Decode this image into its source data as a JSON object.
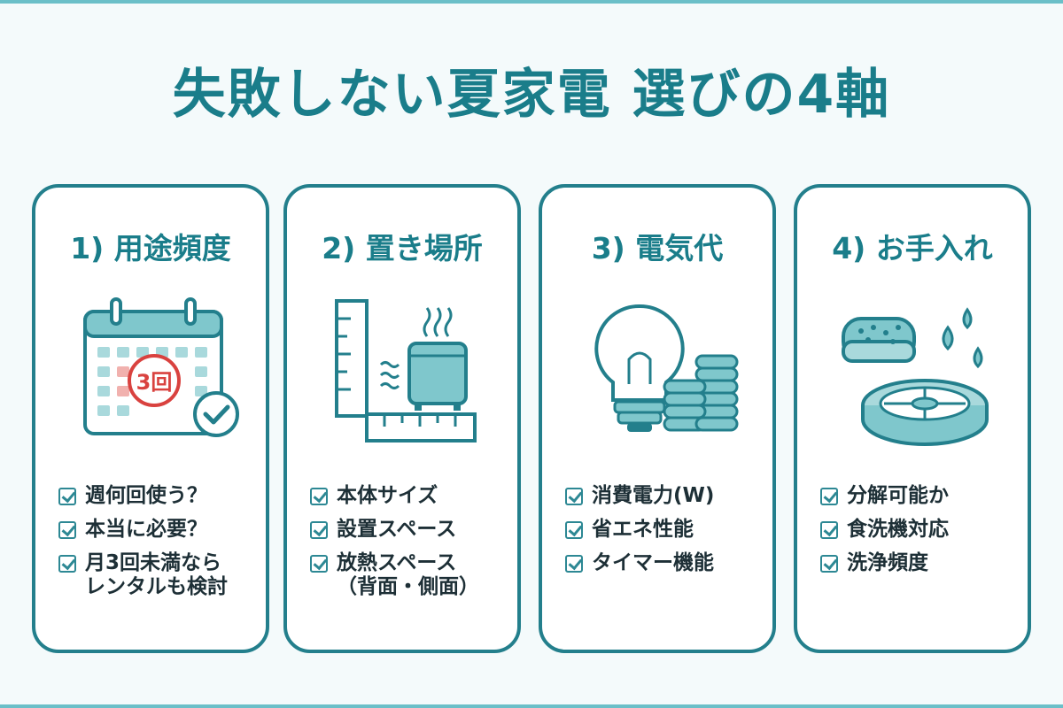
{
  "title": "失敗しない夏家電 選びの4軸",
  "cards": [
    {
      "title": "1) 用途頻度",
      "icon": "calendar-icon",
      "badge": "3回",
      "items": [
        "週何回使う？",
        "本当に必要？",
        "月3回未満なら\nレンタルも検討"
      ]
    },
    {
      "title": "2) 置き場所",
      "icon": "ruler-appliance-icon",
      "items": [
        "本体サイズ",
        "設置スペース",
        "放熱スペース\n（背面・側面）"
      ]
    },
    {
      "title": "3) 電気代",
      "icon": "lightbulb-coins-icon",
      "items": [
        "消費電力(W)",
        "省エネ性能",
        "タイマー機能"
      ]
    },
    {
      "title": "4) お手入れ",
      "icon": "sponge-filter-icon",
      "items": [
        "分解可能か",
        "食洗機対応",
        "洗浄頻度"
      ]
    }
  ],
  "colors": {
    "accent": "#1a7d8a",
    "border": "#237f8c",
    "fill": "#7fc7cc",
    "badge": "#d9423f"
  }
}
